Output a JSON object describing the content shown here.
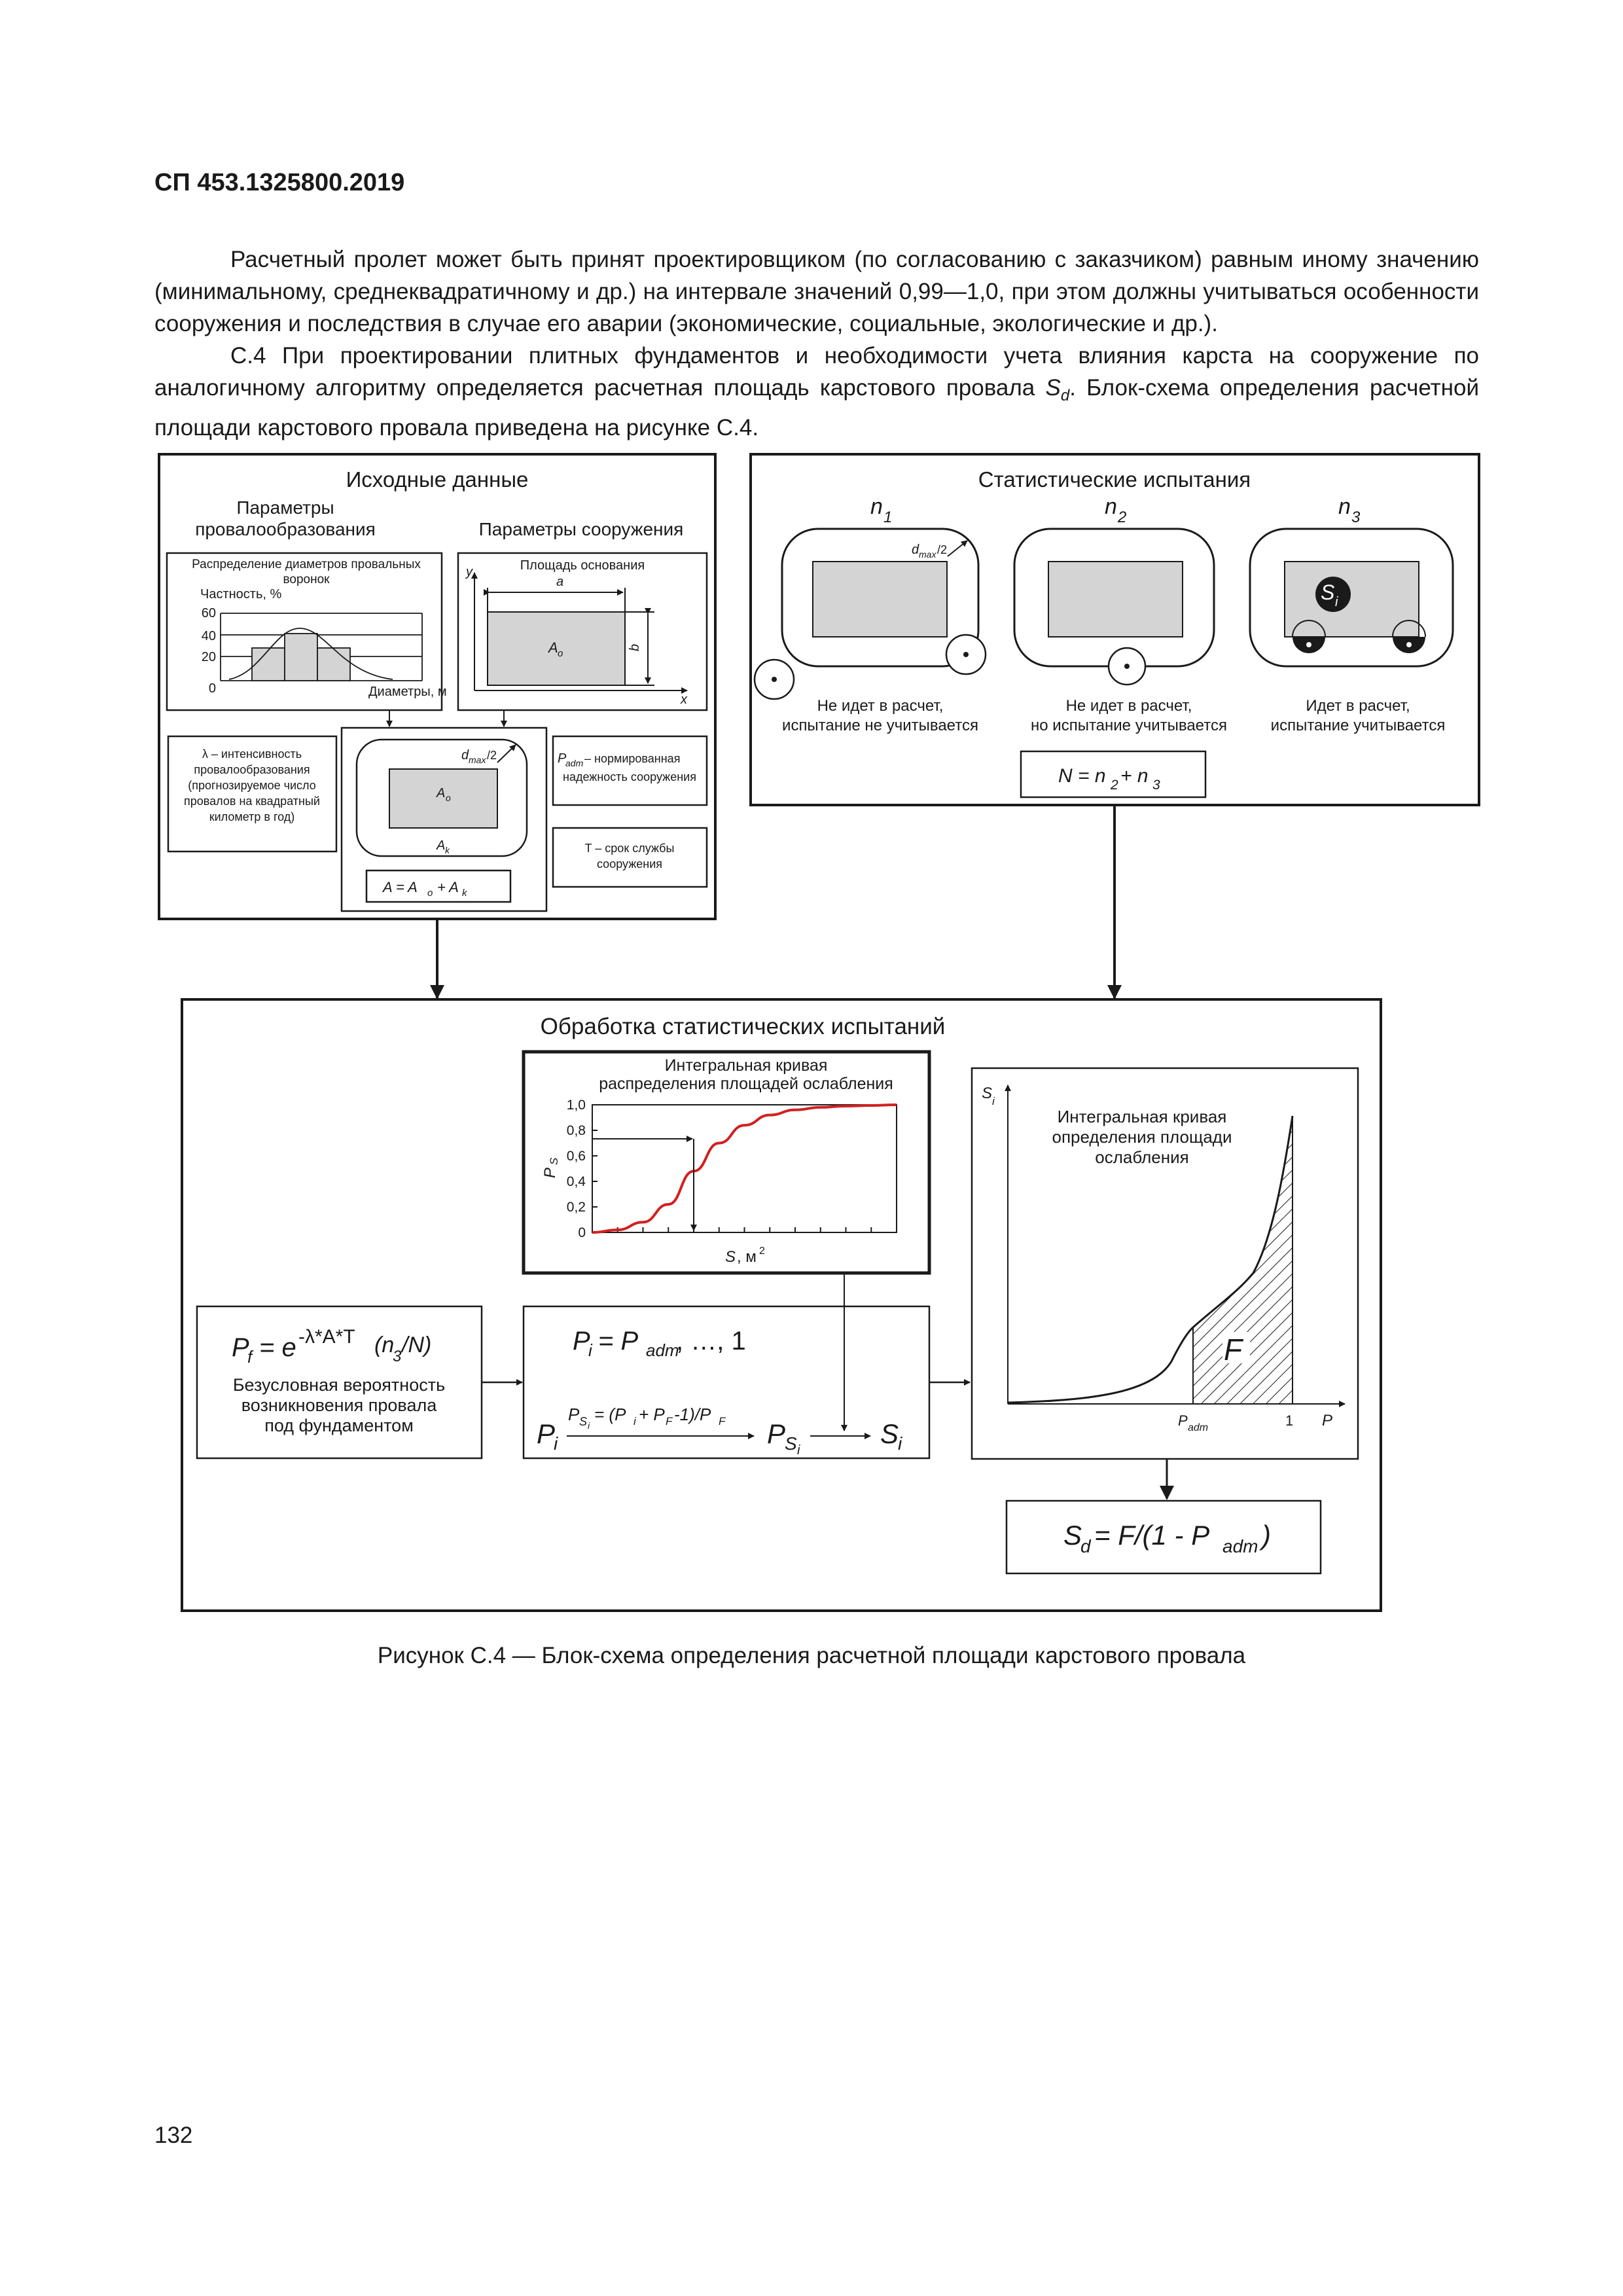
{
  "header": "СП 453.1325800.2019",
  "paragraphs": [
    "Расчетный пролет может быть принят проектировщиком (по согласованию с заказчиком) равным иному значению (минимальному, среднеквадратичному и др.) на интервале значений 0,99—1,0, при этом должны учитываться особенности сооружения и последствия в случае его аварии (экономические, социальные, экологические и др.).",
    "С.4 При проектировании плитных фундаментов и необходимости учета влияния карста на сооружение по аналогичному алгоритму определяется расчетная площадь карстового провала S_d. Блок-схема определения расчетной площади карстового провала приведена на рисунке С.4."
  ],
  "para2_parts": {
    "before": "С.4 При проектировании плитных фундаментов и необходимости учета влияния карста на сооружение по аналогичному алгоритму определяется расчетная площадь карстового провала ",
    "sym": "S",
    "sub": "d",
    "after": ". Блок-схема определения расчетной площади карстового провала приведена на рисунке С.4."
  },
  "figure": {
    "initial": {
      "title": "Исходные данные",
      "sub_left": [
        "Параметры",
        "провалообразования"
      ],
      "sub_right": "Параметры сооружения",
      "hist_title": [
        "Распределение диаметров провальных",
        "воронок"
      ],
      "hist_ylabel": "Частность, %",
      "hist_ticks": [
        "60",
        "40",
        "20",
        "0"
      ],
      "hist_xlabel": "Диаметры, м",
      "area_title": "Площадь основания",
      "area_a": "a",
      "area_b": "b",
      "area_y": "y",
      "area_x": "x",
      "area_Ao": "A",
      "area_Ao_sub": "o",
      "lambda_text": [
        "λ – интенсивность",
        "провалообразования",
        "(прогнозируемое число",
        "провалов на квадратный",
        "километр в год)"
      ],
      "padm_text": [
        "– нормированная",
        "надежность сооружения"
      ],
      "T_text": [
        "T – срок службы",
        "сооружения"
      ],
      "formula_A": "A = A + A"
    },
    "stat": {
      "title": "Статистические испытания",
      "n_labels": [
        "n",
        "n",
        "n"
      ],
      "n_subs": [
        "1",
        "2",
        "3"
      ],
      "dmax": "d",
      "dmax_sub": "max",
      "dmax_tail": "/2",
      "Si": "S",
      "Si_sub": "i",
      "cases": [
        [
          "Не идет в расчет,",
          "испытание не учитывается"
        ],
        [
          "Не идет в расчет,",
          "но испытание учитывается"
        ],
        [
          "Идет в расчет,",
          "испытание учитывается"
        ]
      ],
      "N_formula": "N = n + n"
    },
    "processing": {
      "title": "Обработка статистических испытаний",
      "curve_title": [
        "Интегральная кривая",
        "распределения площадей ослабления"
      ],
      "curve_yticks": [
        "1,0",
        "0,8",
        "0,6",
        "0,4",
        "0,2",
        "0"
      ],
      "curve_xlabel": "S, м",
      "curve_ylabel": "P",
      "Pf_desc": [
        "Безусловная вероятность",
        "возникновения провала",
        "под фундаментом"
      ],
      "Pi_range": "P = P , …, 1",
      "Psi_formula": "= (P + P -1)/P",
      "right_title": [
        "Интегральная кривая",
        "определения площади",
        "ослабления"
      ],
      "right_F": "F",
      "right_one": "1",
      "right_P": "P",
      "Sd_formula": "S = F/(1 - P )"
    }
  },
  "chart_data": {
    "type": "line",
    "title": "Интегральная кривая распределения площадей ослабления",
    "xlabel": "S, м2",
    "ylabel": "P_Si",
    "yticks": [
      0,
      0.2,
      0.4,
      0.6,
      0.8,
      1.0
    ],
    "ylim": [
      0,
      1.0
    ],
    "series": [
      {
        "values": [
          0.0,
          0.02,
          0.08,
          0.22,
          0.48,
          0.7,
          0.84,
          0.92,
          0.96,
          0.98,
          0.99,
          0.995,
          1.0
        ]
      }
    ],
    "color": "#d22020"
  },
  "caption": "Рисунок С.4 — Блок-схема определения расчетной площади карстового провала",
  "page_number": "132"
}
